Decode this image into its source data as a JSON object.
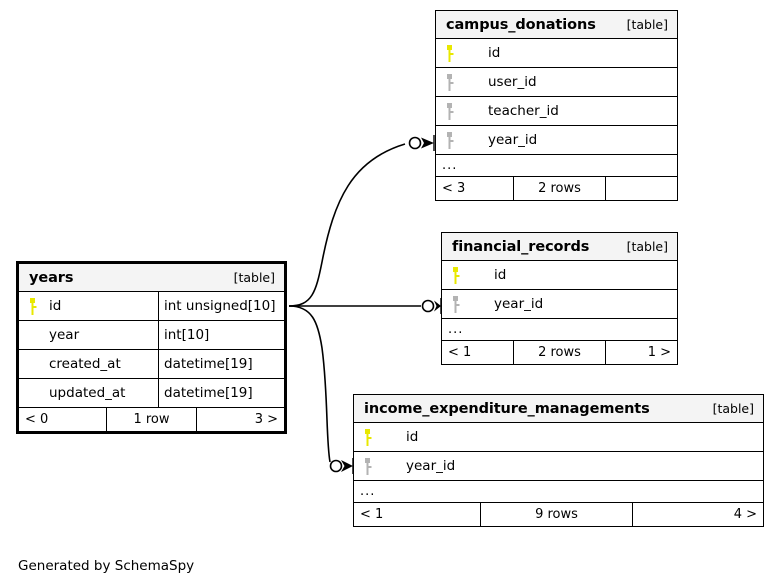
{
  "diagram": {
    "kind_label": "[table]",
    "ellipsis": "...",
    "attribution": "Generated by SchemaSpy",
    "colors": {
      "primary_key": "#e8e800",
      "foreign_key": "#b3b3b3",
      "header_bg": "#f4f4f4",
      "border": "#000000",
      "background": "#ffffff"
    },
    "icons": {
      "primary_key": "key-icon",
      "foreign_key": "key-icon"
    }
  },
  "tables": [
    {
      "id": "campus_donations",
      "name": "campus_donations",
      "kind": "[table]",
      "focal": false,
      "columns": [
        {
          "key": "primary",
          "name": "id",
          "indent": 2
        },
        {
          "key": "foreign",
          "name": "user_id",
          "indent": 2
        },
        {
          "key": "foreign",
          "name": "teacher_id",
          "indent": 2
        },
        {
          "key": "foreign",
          "name": "year_id",
          "indent": 2
        }
      ],
      "has_ellipsis": true,
      "footer": {
        "left": "< 3",
        "mid": "2 rows",
        "right": ""
      }
    },
    {
      "id": "financial_records",
      "name": "financial_records",
      "kind": "[table]",
      "focal": false,
      "columns": [
        {
          "key": "primary",
          "name": "id",
          "indent": 2
        },
        {
          "key": "foreign",
          "name": "year_id",
          "indent": 2
        }
      ],
      "has_ellipsis": true,
      "footer": {
        "left": "< 1",
        "mid": "2 rows",
        "right": "1 >"
      }
    },
    {
      "id": "income_expenditure_managements",
      "name": "income_expenditure_managements",
      "kind": "[table]",
      "focal": false,
      "columns": [
        {
          "key": "primary",
          "name": "id",
          "indent": 2
        },
        {
          "key": "foreign",
          "name": "year_id",
          "indent": 2
        }
      ],
      "has_ellipsis": true,
      "footer": {
        "left": "< 1",
        "mid": "9 rows",
        "right": "4 >"
      }
    },
    {
      "id": "years",
      "name": "years",
      "kind": "[table]",
      "focal": true,
      "columns": [
        {
          "key": "primary",
          "name": "id",
          "type": "int unsigned[10]",
          "indent": 1
        },
        {
          "key": "none",
          "name": "year",
          "type": "int[10]",
          "indent": 2
        },
        {
          "key": "none",
          "name": "created_at",
          "type": "datetime[19]",
          "indent": 2
        },
        {
          "key": "none",
          "name": "updated_at",
          "type": "datetime[19]",
          "indent": 2
        }
      ],
      "has_ellipsis": false,
      "footer": {
        "left": "< 0",
        "mid": "1 row",
        "right": "3 >"
      }
    }
  ],
  "relationships": [
    {
      "from": "years.id",
      "to": "campus_donations.year_id",
      "cardinality": "zero-or-many"
    },
    {
      "from": "years.id",
      "to": "financial_records.year_id",
      "cardinality": "zero-or-many"
    },
    {
      "from": "years.id",
      "to": "income_expenditure_managements.year_id",
      "cardinality": "zero-or-many"
    }
  ]
}
